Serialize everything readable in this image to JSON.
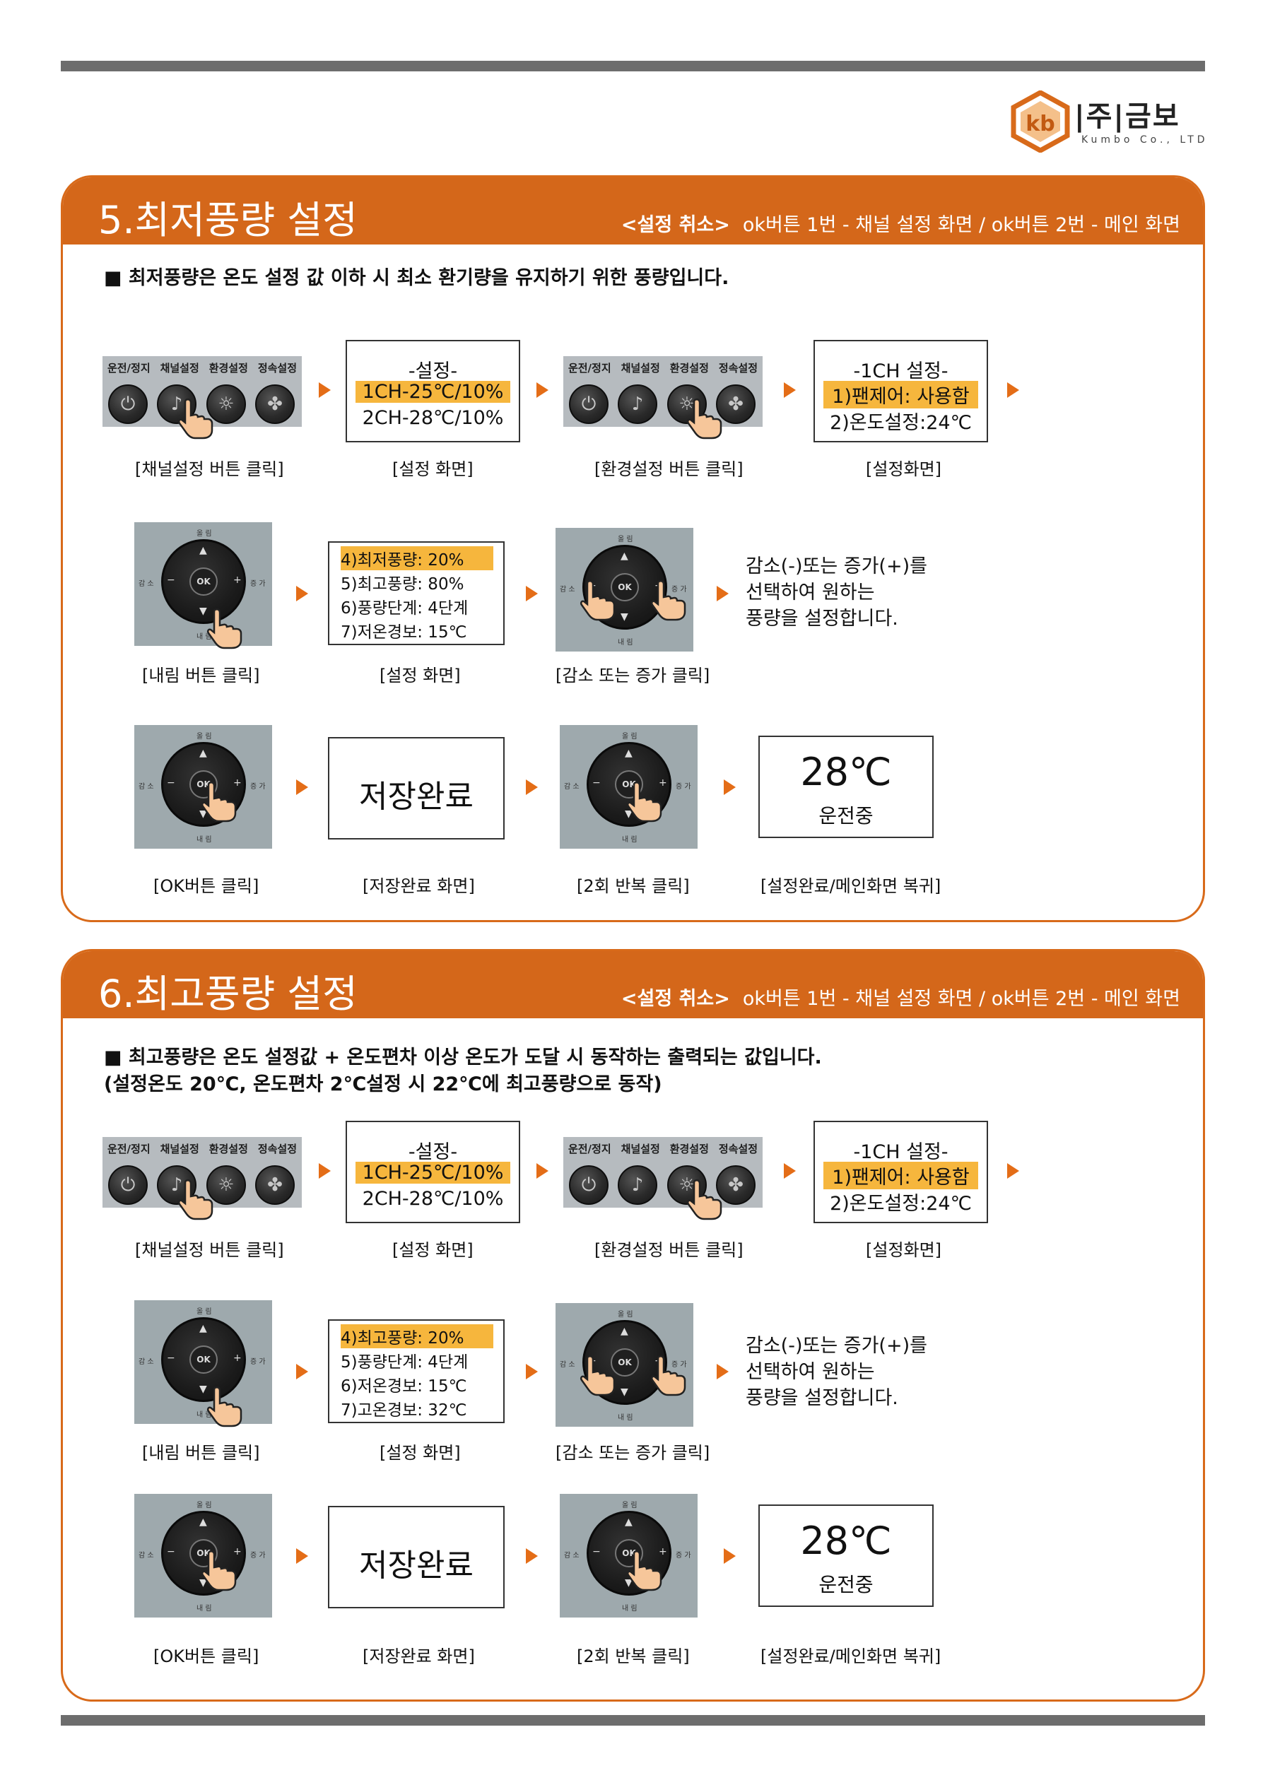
{
  "logo": {
    "name": "|주|금보",
    "sub": "Kumbo Co., LTD",
    "mark": "kb"
  },
  "panel_labels": [
    "운전/정지",
    "채널설정",
    "환경설정",
    "정속설정"
  ],
  "pad_labels": {
    "up": "올 림",
    "down": "내 림",
    "left": "감 소",
    "right": "증 가",
    "ok": "OK",
    "minus": "−",
    "plus": "+"
  },
  "captions": {
    "channel_click": "[채널설정 버튼 클릭]",
    "setting_screen": "[설정 화면]",
    "env_click": "[환경설정 버튼 클릭]",
    "setting_screen2": "[설정화면]",
    "down_click": "[내림 버튼 클릭]",
    "incdec_click": "[감소 또는 증가 클릭]",
    "ok_click": "[OK버튼 클릭]",
    "saved_screen": "[저장완료 화면]",
    "repeat2": "[2회 반복 클릭]",
    "return_main": "[설정완료/메인화면 복귀]"
  },
  "screen1": {
    "title": "-설정-",
    "line1": "1CH-25℃/10%",
    "line2": "2CH-28℃/10%"
  },
  "screen2": {
    "title": "-1CH 설정-",
    "line1": "1)팬제어: 사용함",
    "line2": "2)온도설정:24℃"
  },
  "saved": {
    "text": "저장완료"
  },
  "main_screen": {
    "temp": "28℃",
    "status": "운전중"
  },
  "note": {
    "line1": "감소(-)또는 증가(+)를",
    "line2": "선택하여 원하는",
    "line3": "풍량을 설정합니다."
  },
  "sections": [
    {
      "title": "5.최저풍량 설정",
      "cancel_bold": "<설정 취소>",
      "cancel_text": "ok버튼 1번 - 채널 설정 화면 / ok버튼 2번 - 메인 화면",
      "desc1": "■ 최저풍량은 온도 설정 값 이하 시 최소 환기량을 유지하기 위한 풍량입니다.",
      "desc2": "",
      "list": [
        "4)최저풍량: 20%",
        "5)최고풍량: 80%",
        "6)풍량단계: 4단계",
        "7)저온경보: 15℃"
      ]
    },
    {
      "title": "6.최고풍량 설정",
      "cancel_bold": "<설정 취소>",
      "cancel_text": "ok버튼 1번 - 채널 설정 화면 / ok버튼 2번 - 메인 화면",
      "desc1": "■ 최고풍량은 온도 설정값 + 온도편차 이상 온도가 도달 시 동작하는 출력되는 값입니다.",
      "desc2": "(설정온도 20℃, 온도편차 2℃설정 시 22℃에 최고풍량으로 동작)",
      "list": [
        "4)최고풍량: 20%",
        "5)풍량단계: 4단계",
        "6)저온경보: 15℃",
        "7)고온경보: 32℃"
      ]
    }
  ],
  "colors": {
    "accent": "#d4671a",
    "highlight": "#f6b63d",
    "bar": "#6d6d6d",
    "panel": "#b6bbbf",
    "pad": "#9ea9ad"
  }
}
